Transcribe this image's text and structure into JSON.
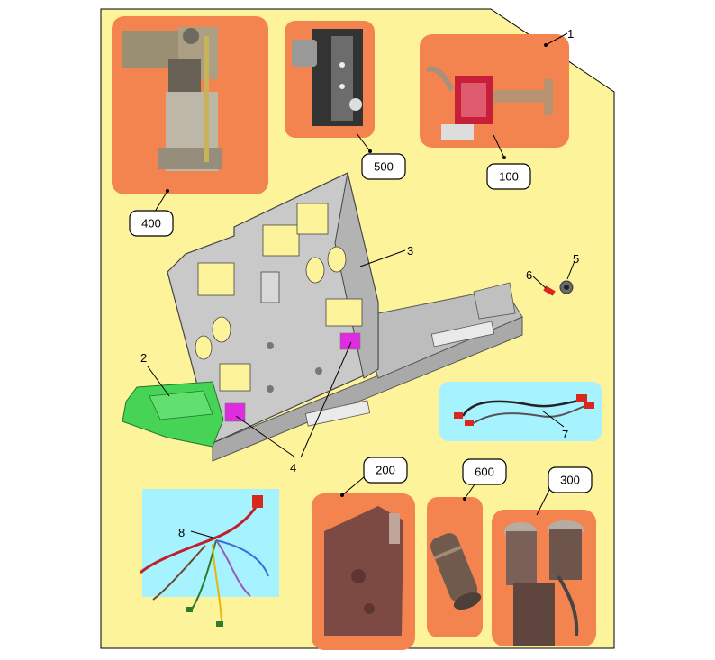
{
  "colors": {
    "sheet_background": "#fdf39a",
    "photo_panel": "#f4844f",
    "cyan_panel": "#a6f2ff",
    "frame_metal": "#c9c9c9",
    "bracket_green": "#47d456",
    "mount_magenta": "#e02ce0",
    "outline": "#000000"
  },
  "callouts": {
    "frame_label": "1",
    "bracket_label": "2",
    "chassis_label": "3",
    "mount_label": "4",
    "cap_label": "5",
    "screw_label": "6",
    "cable_label": "7",
    "harness_label": "8"
  },
  "assemblies": {
    "a100": "100",
    "a200": "200",
    "a300": "300",
    "a400": "400",
    "a500": "500",
    "a600": "600"
  }
}
